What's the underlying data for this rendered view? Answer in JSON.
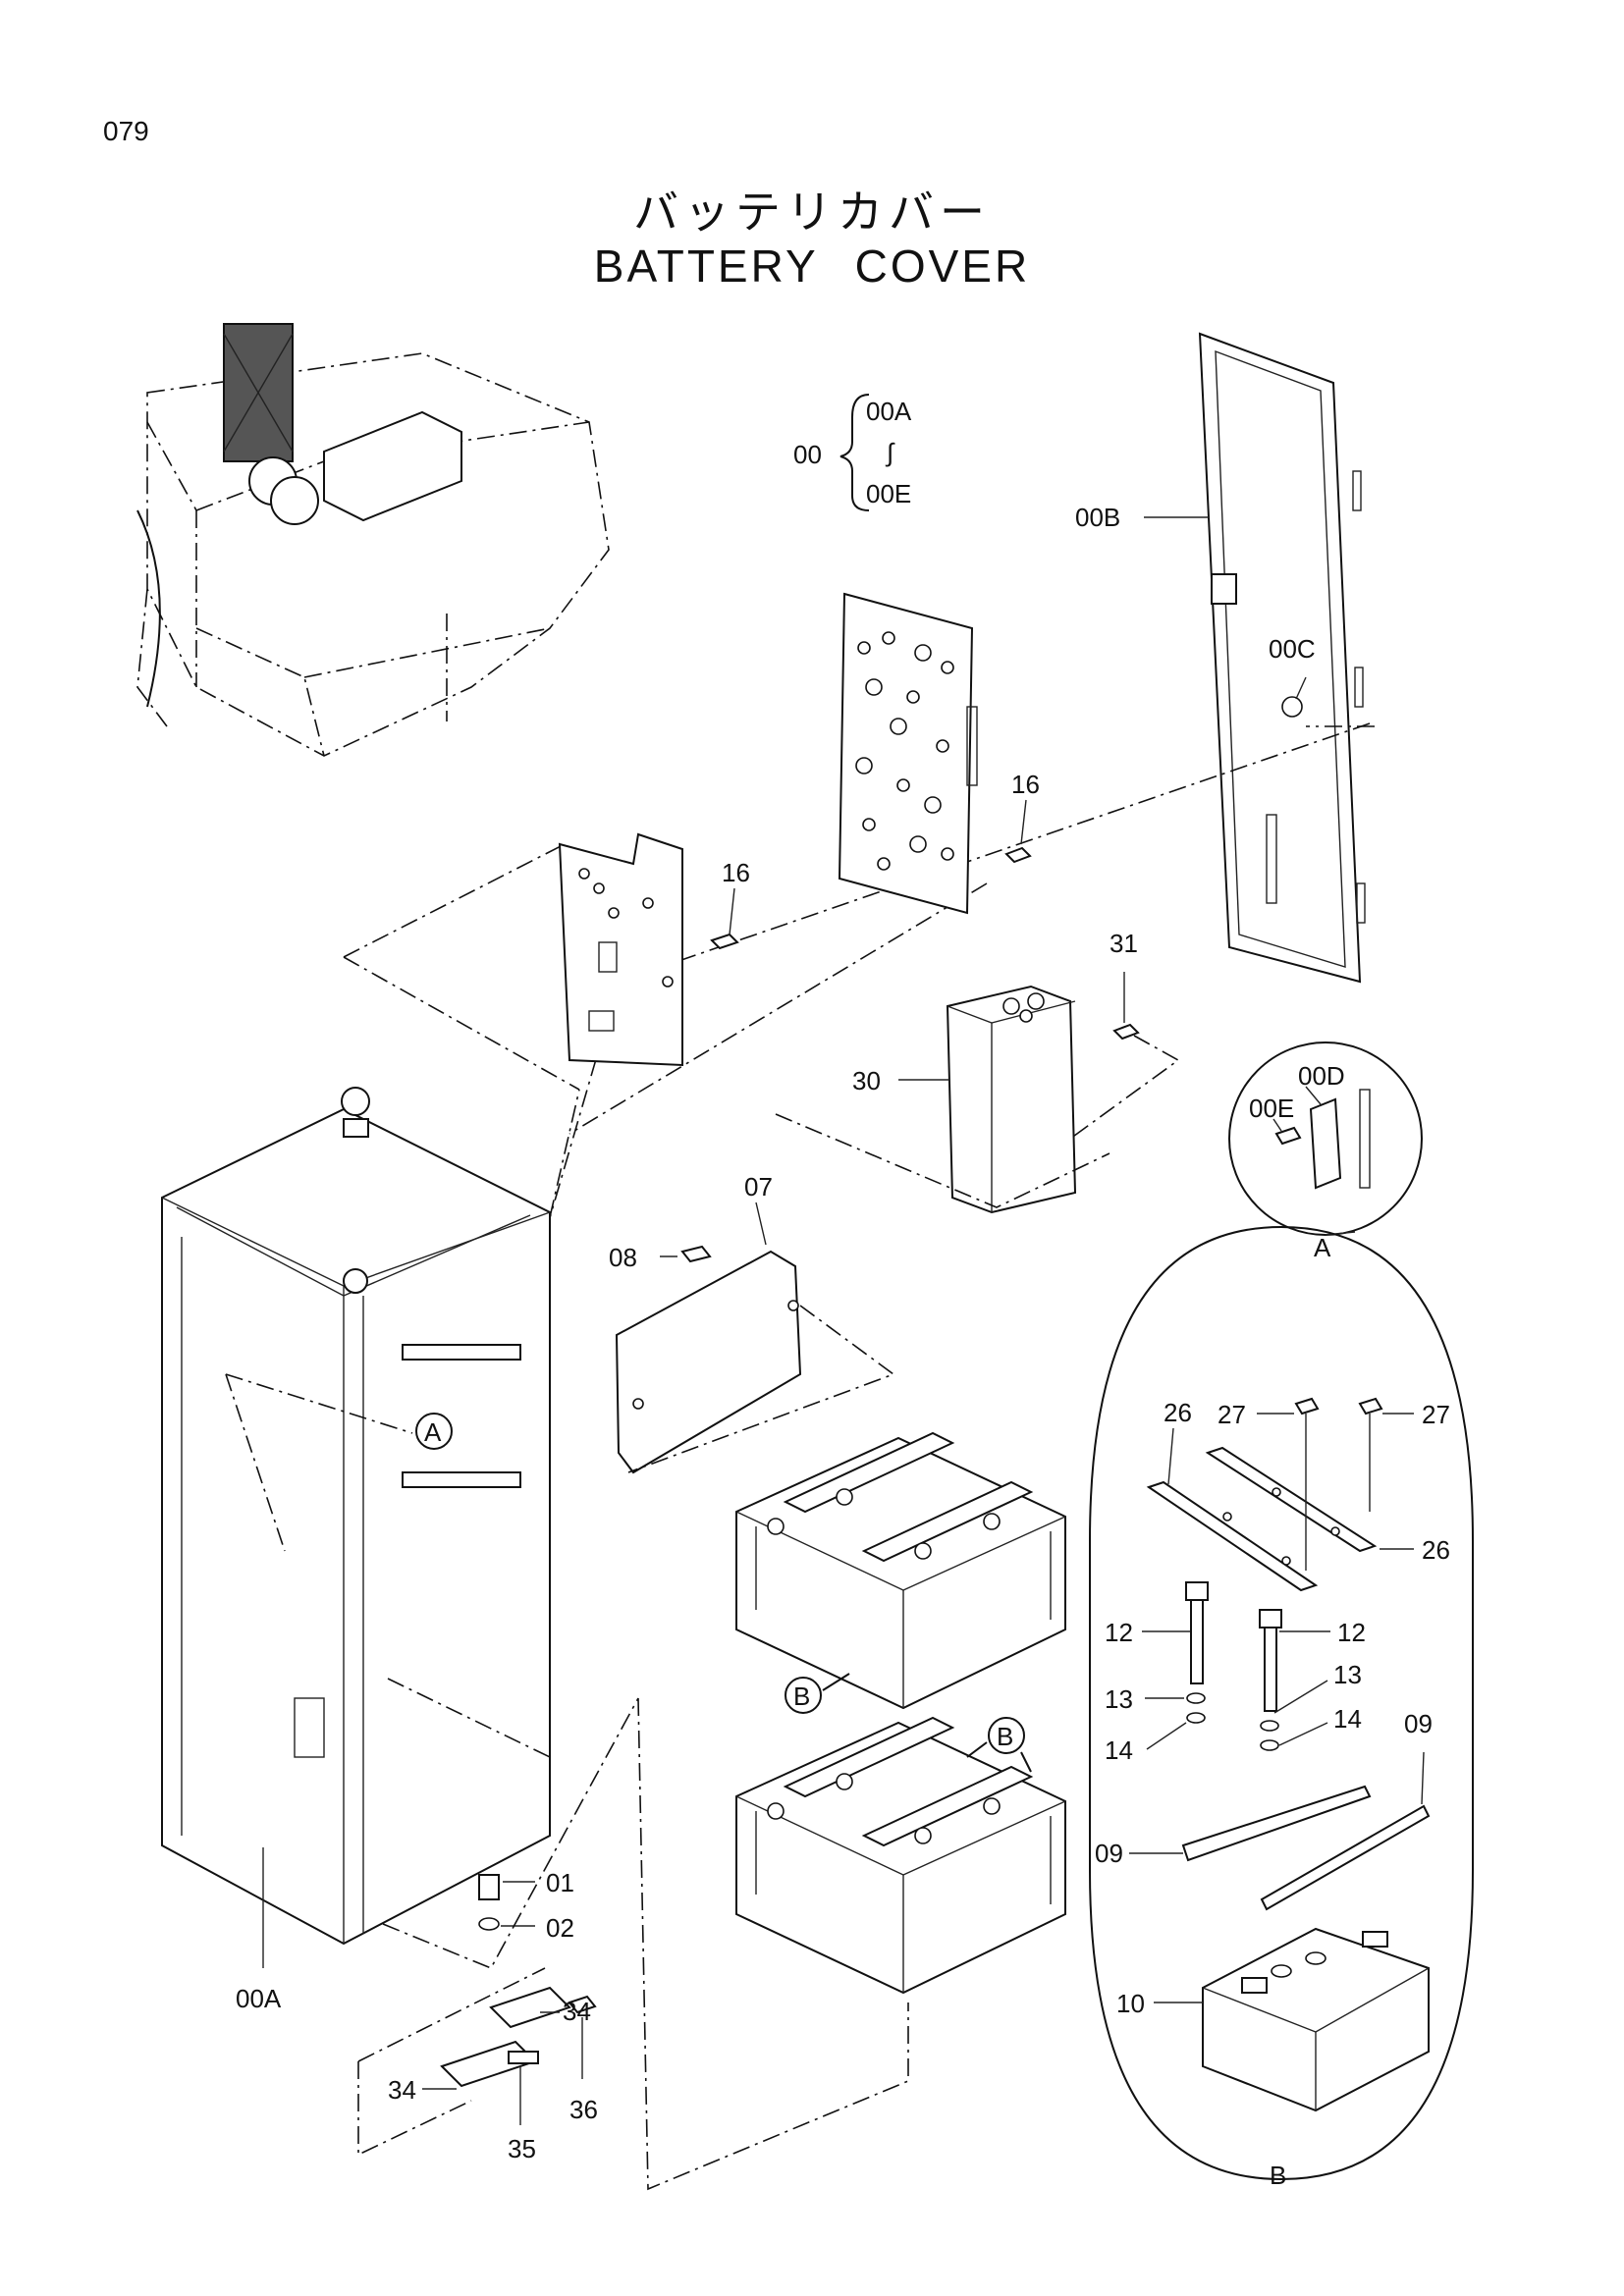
{
  "page_number": "079",
  "title": {
    "japanese": "バッテリカバー",
    "english": "BATTERY  COVER"
  },
  "assembly_note": {
    "prefix": "00",
    "from": "00A",
    "tilde": "∫",
    "to": "00E"
  },
  "callouts": {
    "c00B": "00B",
    "c00C": "00C",
    "c16a": "16",
    "c16b": "16",
    "c31": "31",
    "c30": "30",
    "c00D": "00D",
    "c00E": "00E",
    "cA_detail": "A",
    "c07": "07",
    "c08": "08",
    "c26a": "26",
    "c27a": "27",
    "c27b": "27",
    "c26b": "26",
    "c12a": "12",
    "c12b": "12",
    "c13a": "13",
    "c13b": "13",
    "c14a": "14",
    "c14b": "14",
    "c09a": "09",
    "c09b": "09",
    "c10": "10",
    "cB_detail": "B",
    "cB1": "B",
    "cB2": "B",
    "cA_body": "A",
    "c01": "01",
    "c02": "02",
    "c00A": "00A",
    "c34a": "34",
    "c34b": "34",
    "c35": "35",
    "c36": "36"
  }
}
